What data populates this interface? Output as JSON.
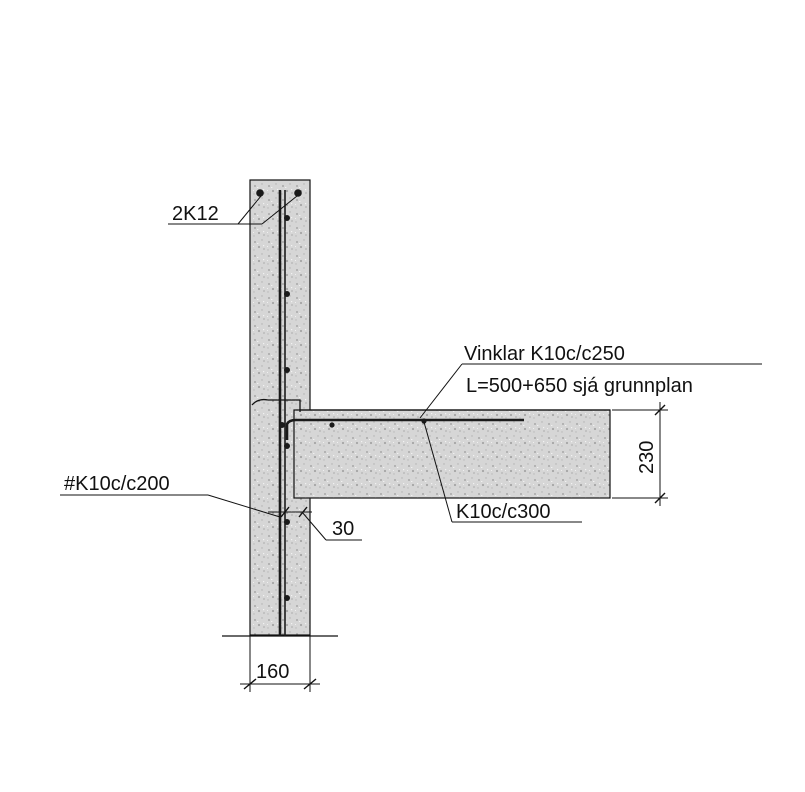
{
  "labels": {
    "top_bars": "2K12",
    "angle_bars": "Vinklar K10c/c250",
    "angle_length": "L=500+650 sjá grunnplan",
    "wall_mesh": "#K10c/c200",
    "cover": "30",
    "slab_bars": "K10c/c300",
    "slab_thickness": "230",
    "wall_thickness": "160"
  },
  "colors": {
    "ink": "#111111",
    "concrete": "#d6d6d6",
    "rebar": "#1a1a1a"
  },
  "icons": {
    "rebar_section": "filled-circle",
    "dimension_tick": "slash"
  }
}
